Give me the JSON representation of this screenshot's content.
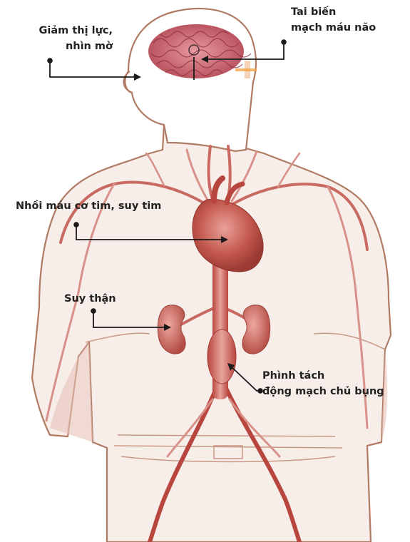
{
  "labels": {
    "vision_line1": "Giảm thị lực,",
    "vision_line2": "nhìn mờ",
    "stroke_line1": "Tai biến",
    "stroke_line2": "mạch máu não",
    "heart": "Nhồi máu cơ tim, suy tim",
    "kidney": "Suy thận",
    "aneurysm_line1": "Phình tách",
    "aneurysm_line2": "động mạch chủ bụng"
  },
  "colors": {
    "outline": "#b07a63",
    "skin": "#f7eeea",
    "vessel": "#b8463f",
    "vessel_light": "#d88c84",
    "heart": "#c4584d",
    "kidney": "#c86a61",
    "brain": "#c25a63",
    "pointer": "#1a1a1a"
  }
}
